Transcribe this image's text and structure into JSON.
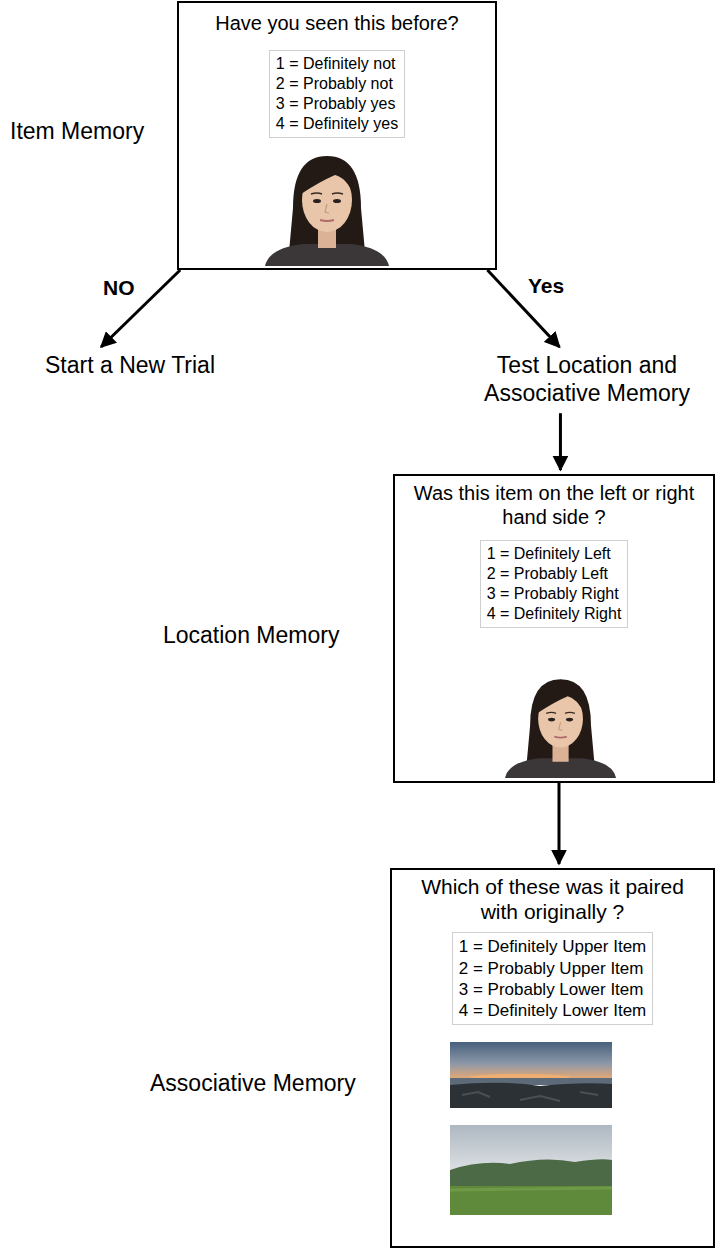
{
  "diagram": {
    "nodes": [
      {
        "text": [
          "Have you seen this before?"
        ]
      },
      {
        "text": [
          "1 = Definitely not",
          "2 = Probably not",
          "3 = Probably yes",
          "4 = Definitely yes"
        ],
        "in": 0
      },
      {
        "text": [
          "Start a New Trial"
        ]
      },
      {
        "text": [
          "Test Location and Associative Memory"
        ]
      },
      {
        "text": [
          "Was this item on the left or right hand side ?"
        ]
      },
      {
        "text": [
          "1 = Definitely Left",
          "2 = Probably Left",
          "3 = Probably Right",
          "4 = Definitely Right"
        ],
        "in": 4
      },
      {
        "text": [
          "Which of these was it paired with originally ?"
        ]
      },
      {
        "text": [
          "1 = Definitely Upper Item",
          "2 = Probably Upper Item",
          "3 = Probably Lower Item",
          "4 = Definitely Lower Item"
        ],
        "in": 6
      }
    ],
    "edges": [
      {
        "from": 0,
        "to": 2,
        "arrow": "to",
        "label": "NO"
      },
      {
        "from": 0,
        "to": 3,
        "arrow": "to",
        "label": "Yes"
      },
      {
        "from": 3,
        "to": 4,
        "arrow": "to"
      },
      {
        "from": 4,
        "to": 6,
        "arrow": "to"
      }
    ],
    "labels": [
      "Item Memory",
      "Location Memory",
      "Associative Memory"
    ]
  }
}
